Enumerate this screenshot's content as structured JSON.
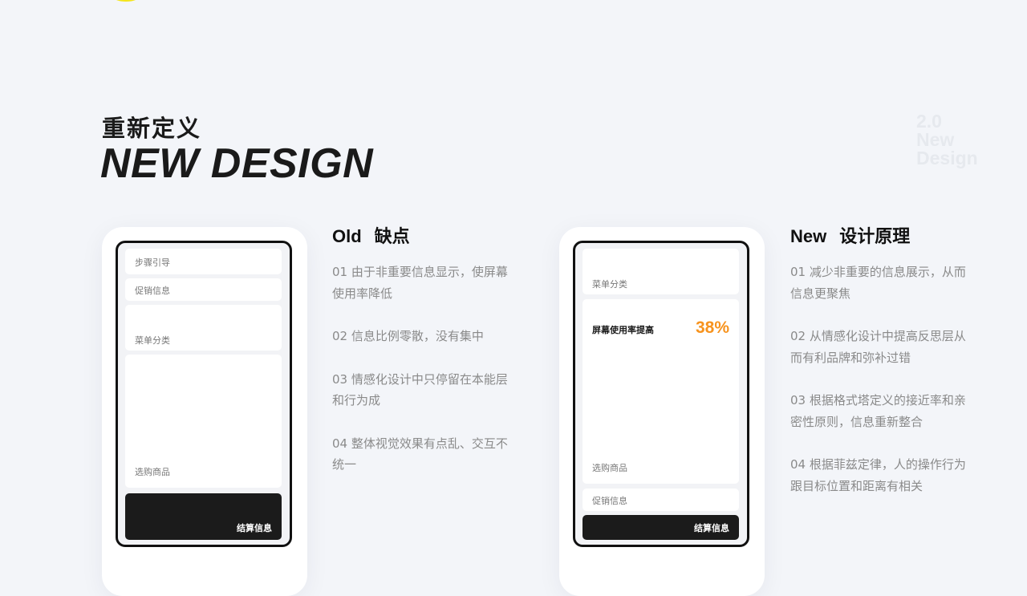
{
  "header": {
    "title_cn": "重新定义",
    "title_en": "NEW DESIGN",
    "watermark": [
      "2.0",
      "New",
      "Design"
    ]
  },
  "old_phone": {
    "step_guide": "步骤引导",
    "promo": "促销信息",
    "menu_category": "菜单分类",
    "select_goods": "选购商品",
    "checkout": "结算信息"
  },
  "new_phone": {
    "menu_category": "菜单分类",
    "screen_usage_label": "屏幕使用率提高",
    "screen_usage_value": "38%",
    "select_goods": "选购商品",
    "promo": "促销信息",
    "checkout": "结算信息"
  },
  "old_section": {
    "title_en": "Old",
    "title_cn": "缺点",
    "items": [
      "01 由于非重要信息显示，使屏幕使用率降低",
      "02 信息比例零散，没有集中",
      "03 情感化设计中只停留在本能层和行为成",
      "04 整体视觉效果有点乱、交互不统一"
    ]
  },
  "new_section": {
    "title_en": "New",
    "title_cn": "设计原理",
    "items": [
      "01 减少非重要的信息展示，从而信息更聚焦",
      "02 从情感化设计中提高反思层从而有利品牌和弥补过错",
      "03 根据格式塔定义的接近率和亲密性原则，信息重新整合",
      "04 根据菲兹定律，人的操作行为跟目标位置和距离有相关"
    ]
  },
  "colors": {
    "accent_orange": "#f7931e",
    "dark": "#1b1b1b",
    "background": "#f3f5f9",
    "highlight_yellow": "#f4e51c"
  }
}
